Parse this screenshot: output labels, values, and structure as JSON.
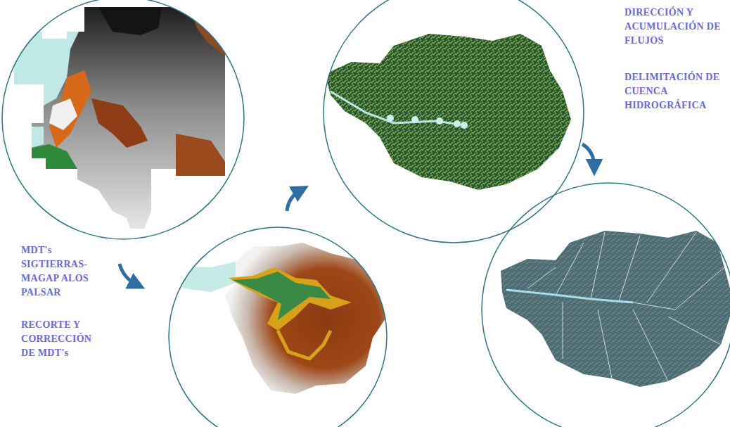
{
  "diagram": {
    "labels": [
      "MDT's SIGTIERRAS-MAGAP ALOS PALSAR",
      "RECORTE Y CORRECCIÓN DE MDT's",
      "DIRECCIÓN Y ACUMULACIÓN DE FLUJOS",
      "DELIMITACIÓN DE CUENCA HIDROGRÁFICA"
    ]
  }
}
